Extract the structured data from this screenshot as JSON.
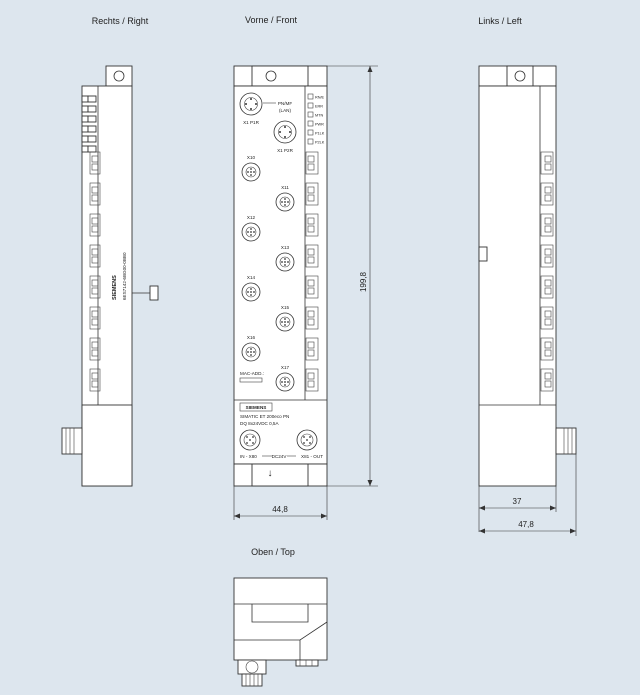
{
  "views": {
    "right": "Rechts / Right",
    "front": "Vorne / Front",
    "left": "Links / Left",
    "top": "Oben / Top"
  },
  "dimensions": {
    "height": "199,8",
    "front_width": "44,8",
    "depth_1": "37",
    "depth_2": "47,8"
  },
  "front_panel": {
    "port_p1r": "X1 P1R",
    "port_p2r": "X1 P2R",
    "pn_label_1": "PN/MF",
    "pn_label_2": "(LAN)",
    "io_ports": [
      "X10",
      "X11",
      "X12",
      "X13",
      "X14",
      "X15",
      "X16",
      "X17"
    ],
    "leds": [
      "RN/E",
      "ERR",
      "MTN",
      "PWR",
      "P1LK",
      "P2LK"
    ],
    "mac_label": "MAC-ADD.:",
    "brand": "SIEMENS",
    "product_line_1": "SIMATIC ET 200eco PN",
    "product_line_2": "DQ 8x24VDC 0,5A",
    "power_in": "IN - X80",
    "power_mid": "DC24V",
    "power_out": "X81 - OUT",
    "arrow_symbol": "↓"
  },
  "right_side": {
    "brand": "SIEMENS",
    "order_number": "6ES7142-6BG00-0BB0"
  }
}
